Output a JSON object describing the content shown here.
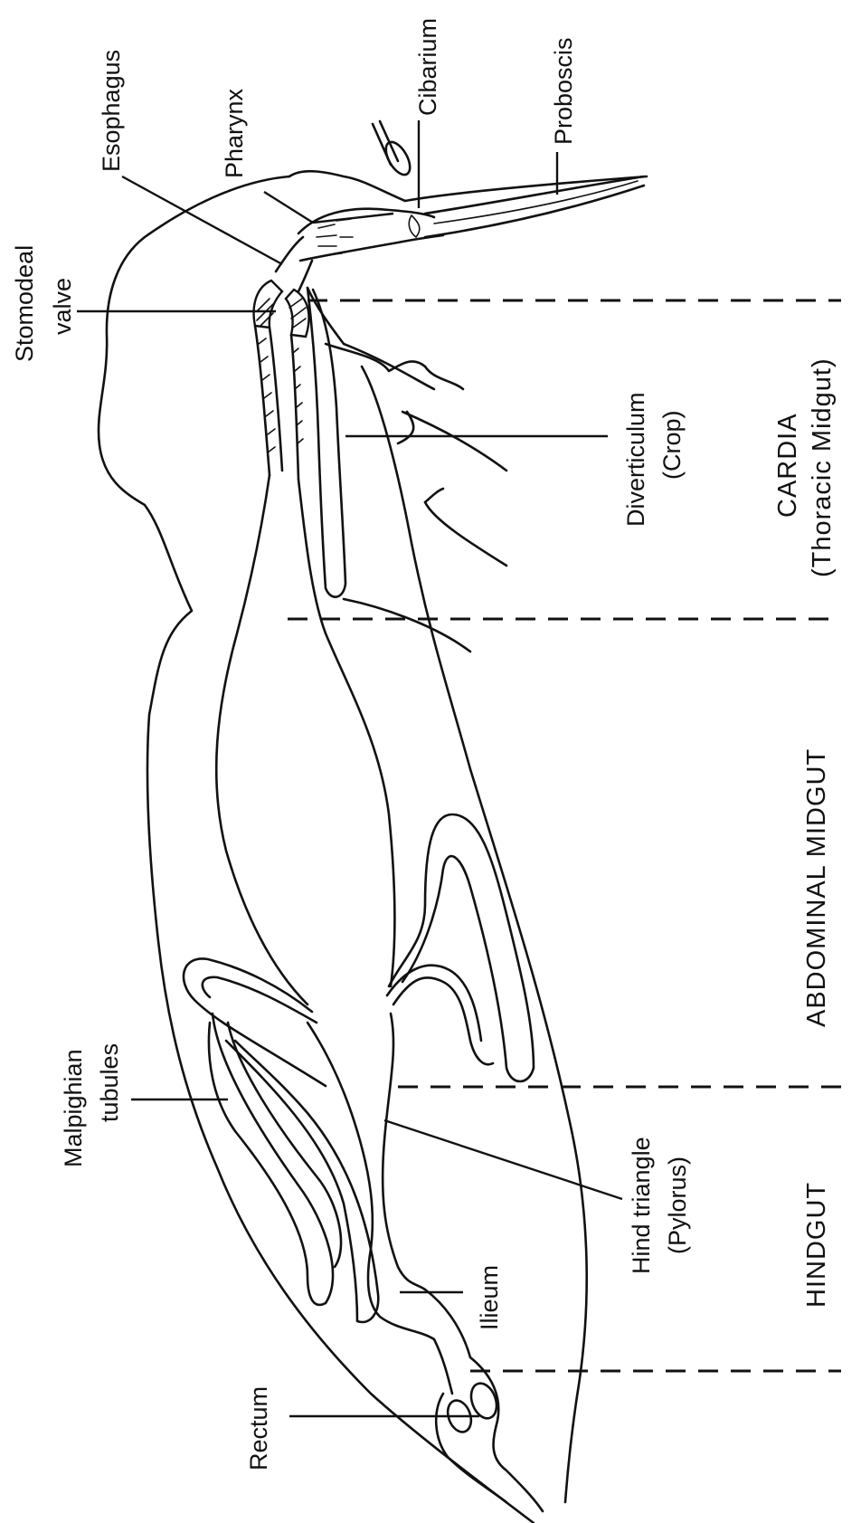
{
  "labels": {
    "esophagus": "Esophagus",
    "pharynx": "Pharynx",
    "cibarium": "Cibarium",
    "proboscis": "Proboscis",
    "stomodeal_1": "Stomodeal",
    "stomodeal_2": "valve",
    "diverticulum_1": "Diverticulum",
    "diverticulum_2": "(Crop)",
    "malpighian_1": "Malpighian",
    "malpighian_2": "tubules",
    "hind_triangle_1": "Hind triangle",
    "hind_triangle_2": "(Pylorus)",
    "ilieum": "Ilieum",
    "rectum": "Rectum"
  },
  "regions": {
    "cardia_1": "CARDIA",
    "cardia_2": "(Thoracic Midgut)",
    "abdominal_midgut": "ABDOMINAL MIDGUT",
    "hindgut": "HINDGUT"
  }
}
